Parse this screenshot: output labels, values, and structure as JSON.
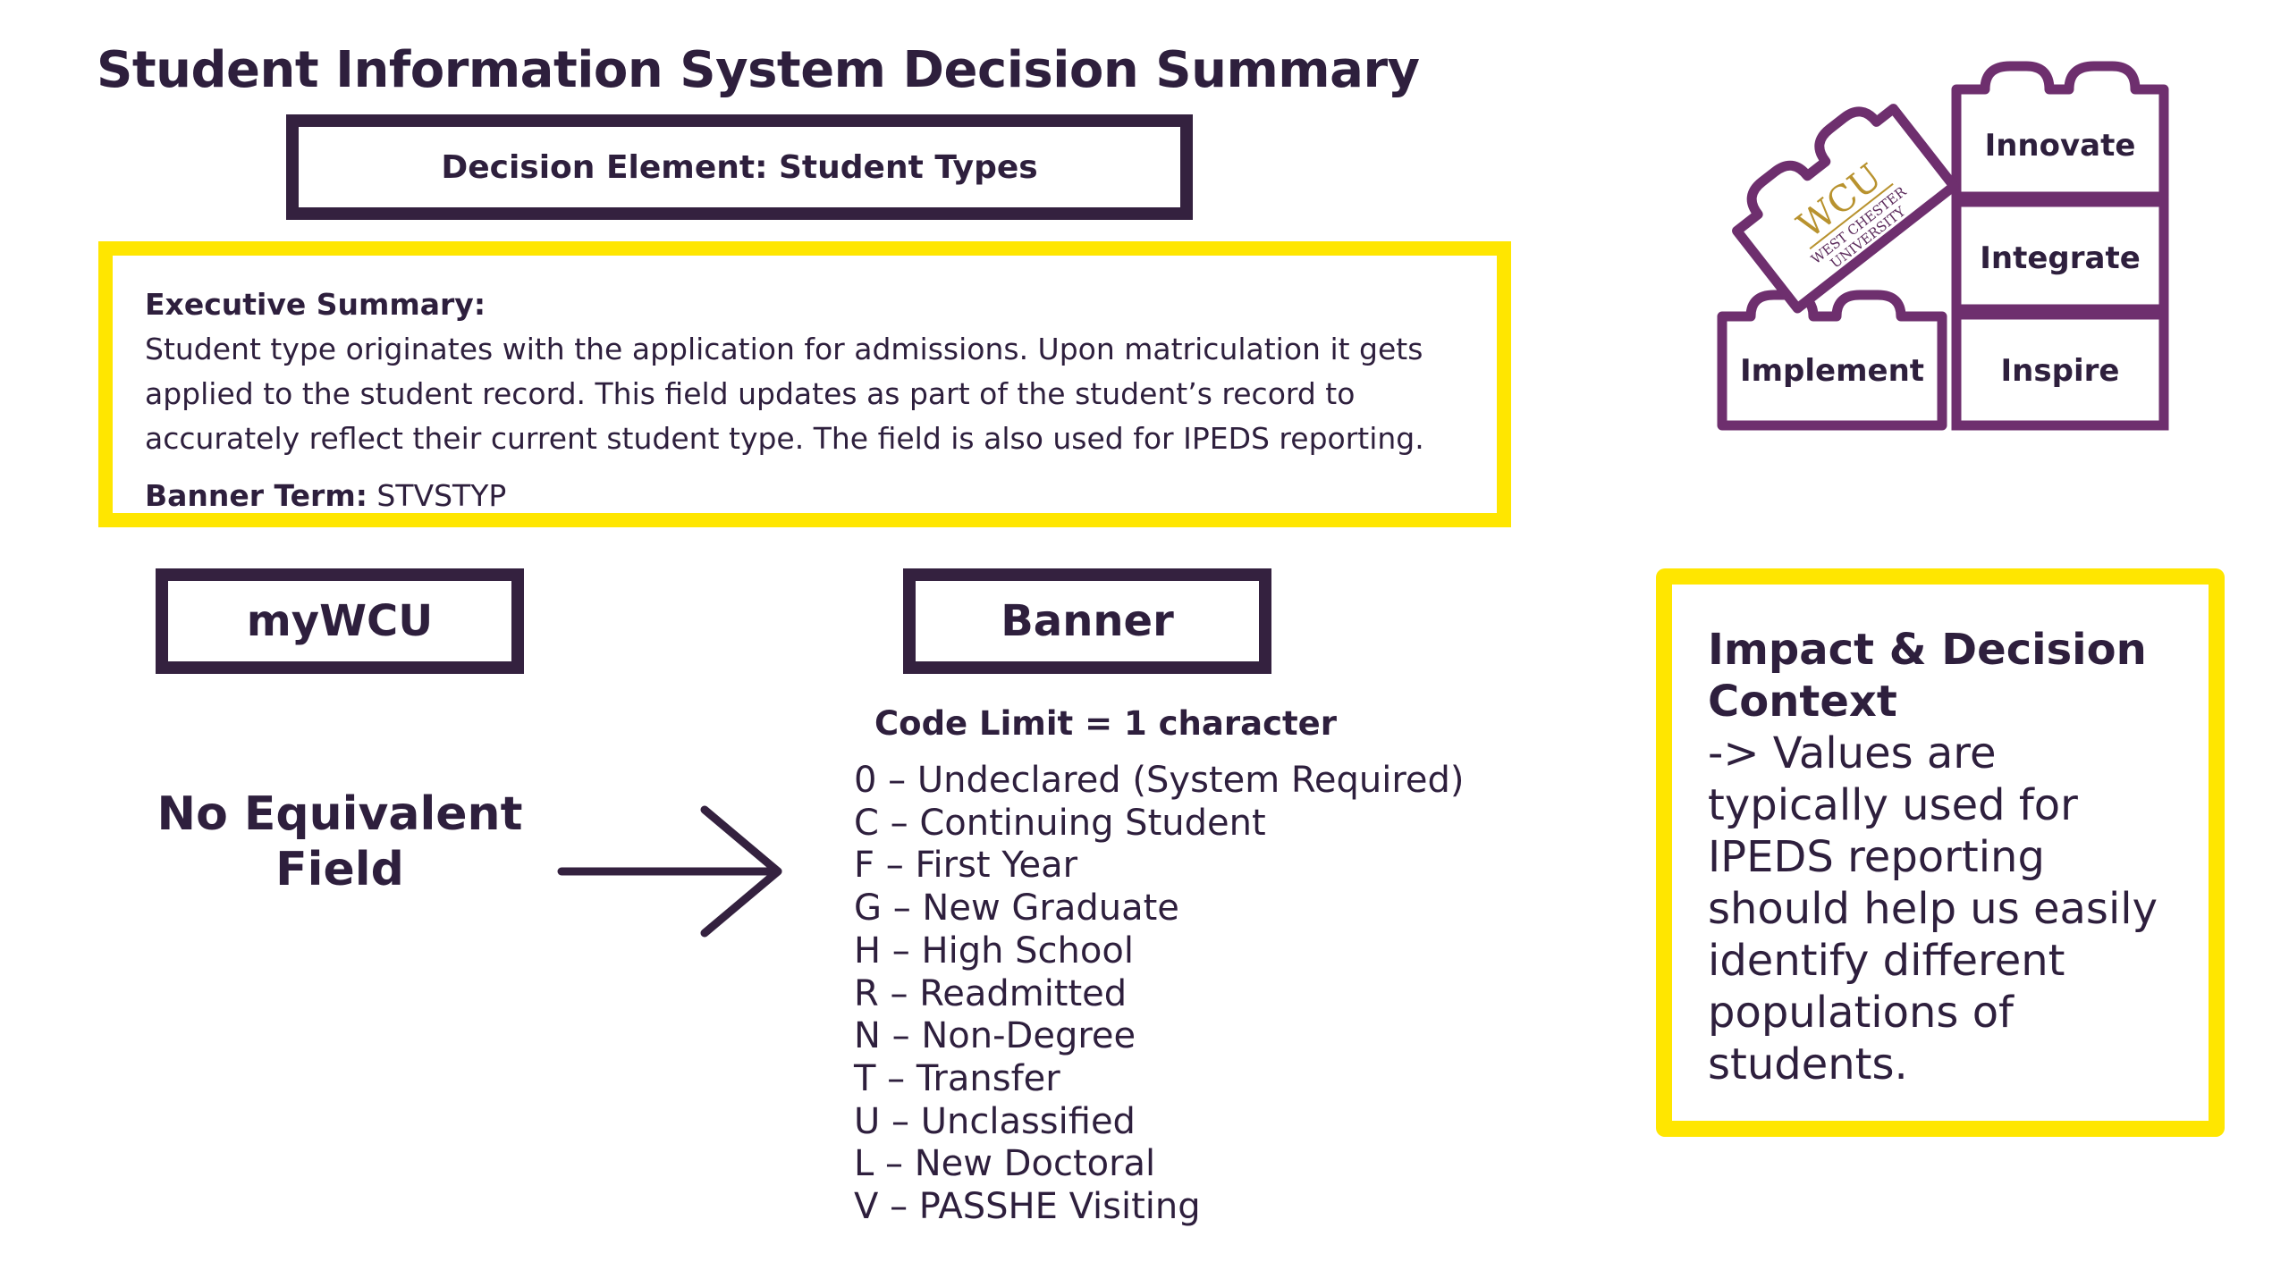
{
  "title": "Student Information System Decision Summary",
  "decision_element": "Decision Element: Student Types",
  "executive_summary": {
    "heading": "Executive Summary:",
    "body": "Student type originates with the application for admissions. Upon matriculation it gets applied to the student record. This field updates as part of the student’s record to accurately reflect their current student type. The field is also used for IPEDS reporting.",
    "banner_term_label": "Banner Term:",
    "banner_term_value": " STVSTYP"
  },
  "mywcu": {
    "label": "myWCU",
    "value": "No Equivalent Field"
  },
  "banner": {
    "label": "Banner",
    "code_limit": "Code Limit = 1 character",
    "codes": [
      "0 – Undeclared (System Required)",
      "C – Continuing Student",
      "F – First Year",
      "G – New Graduate",
      "H – High School",
      "R – Readmitted",
      "N – Non-Degree",
      "T – Transfer",
      "U – Unclassified",
      "L – New Doctoral",
      "V – PASSHE Visiting"
    ]
  },
  "impact": {
    "heading": "Impact & Decision Context",
    "body": "-> Values are typically used for IPEDS reporting should help us easily identify different populations of students."
  },
  "puzzle": {
    "logo_main": "WCU",
    "logo_sub1": "WEST CHESTER",
    "logo_sub2": "UNIVERSITY",
    "pieces": [
      "Innovate",
      "Integrate",
      "Inspire",
      "Implement"
    ]
  },
  "colors": {
    "dark_purple": "#34213f",
    "yellow": "#ffe600",
    "puzzle_purple": "#6e2f6e",
    "gold": "#b8922e"
  }
}
